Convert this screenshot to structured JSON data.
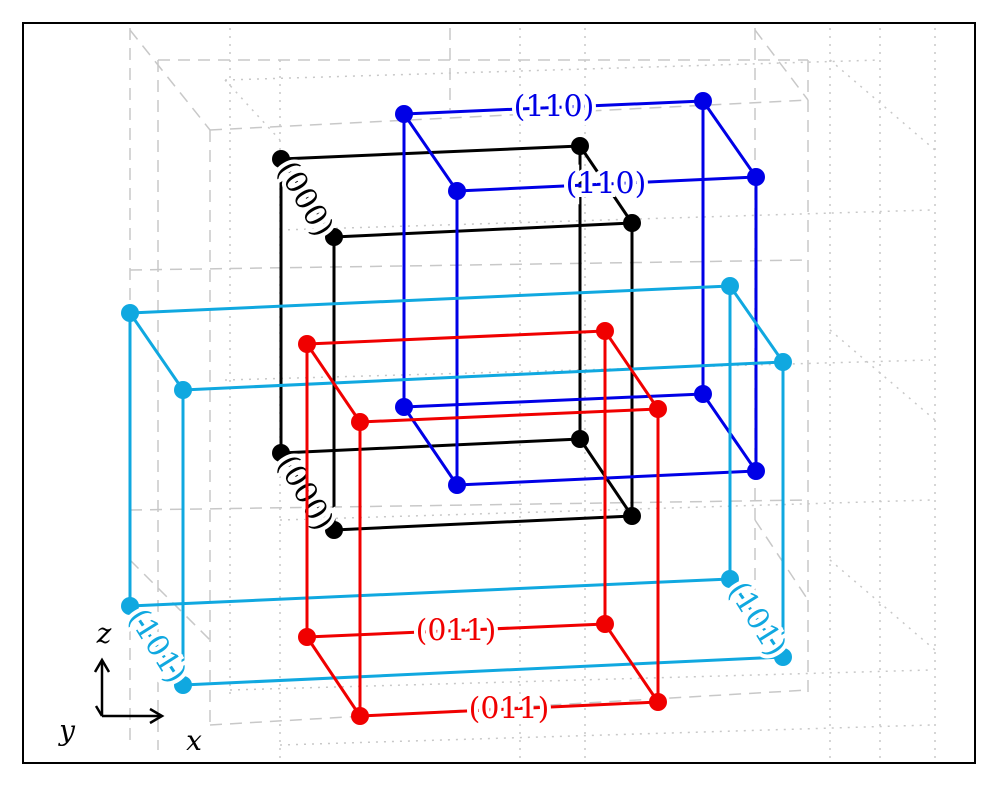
{
  "diagram": {
    "colors": {
      "black": "#000000",
      "blue": "#0000e6",
      "cyan": "#10a8e0",
      "red": "#f00000",
      "grid": "#c8c8c8",
      "frame": "#000000"
    },
    "cells": [
      {
        "id": "cell-000",
        "color": "black",
        "labels": [
          "(000)",
          "(000)"
        ]
      },
      {
        "id": "cell-110",
        "color": "blue",
        "labels": [
          "(110)",
          "(110)"
        ]
      },
      {
        "id": "cell-101",
        "color": "cyan",
        "labels": [
          "(101)",
          "(101)"
        ]
      },
      {
        "id": "cell-011",
        "color": "red",
        "labels": [
          "(011)",
          "(011)"
        ]
      }
    ],
    "axes": {
      "x": "x",
      "y": "y",
      "z": "z"
    }
  }
}
